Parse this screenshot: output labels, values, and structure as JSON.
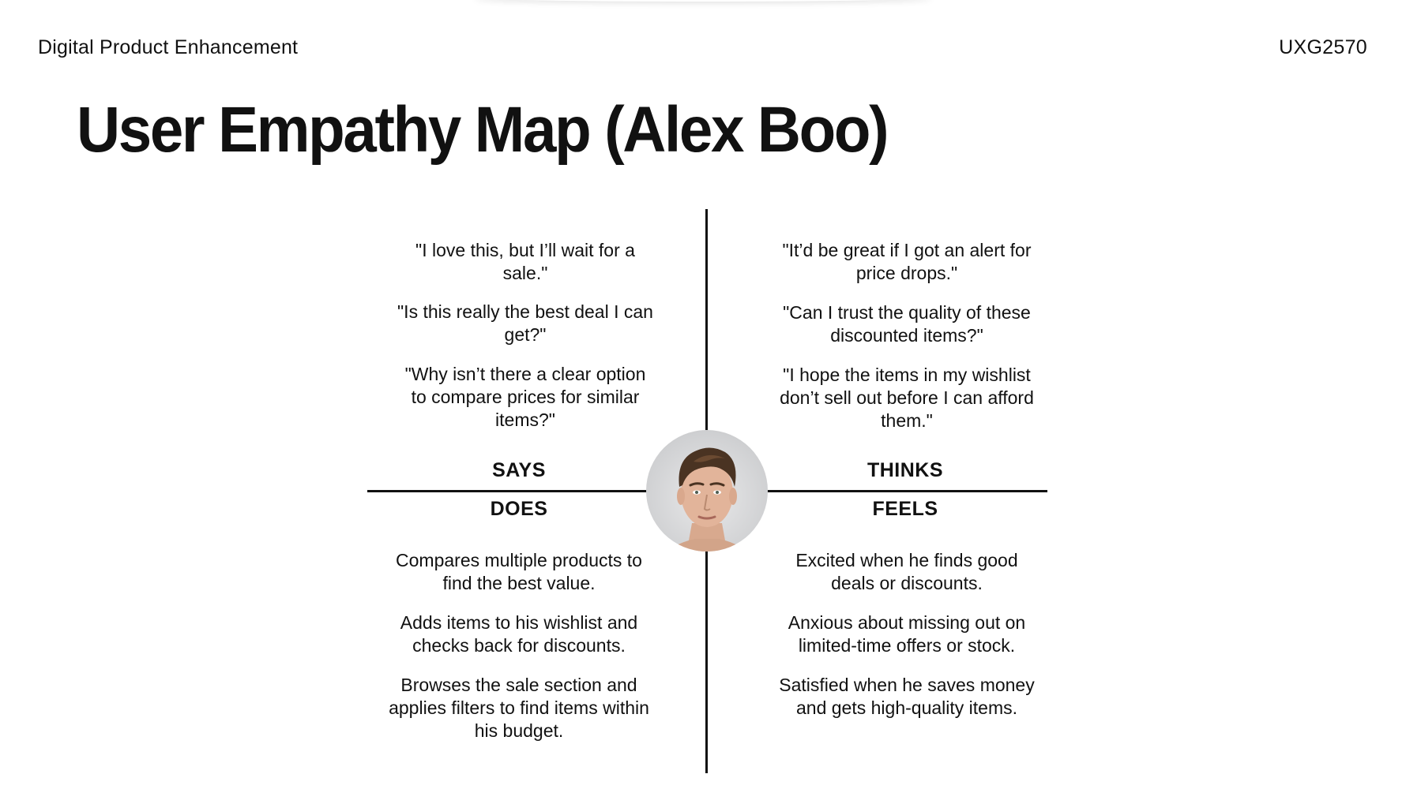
{
  "header": {
    "course_name": "Digital Product Enhancement",
    "course_code": "UXG2570"
  },
  "title": "User Empathy Map (Alex Boo)",
  "quadrants": {
    "says": {
      "label": "SAYS",
      "items": [
        "\"I love this, but I’ll wait for a sale.\"",
        "\"Is this really the best deal I can get?\"",
        "\"Why isn’t there a clear option to compare prices for similar items?\""
      ]
    },
    "thinks": {
      "label": "THINKS",
      "items": [
        "\"It’d be great if I got an alert for price drops.\"",
        "\"Can I trust the quality of these discounted items?\"",
        "\"I hope the items in my wishlist don’t sell out before I can afford them.\""
      ]
    },
    "does": {
      "label": "DOES",
      "items": [
        "Compares multiple products to find the best value.",
        "Adds items to his wishlist and checks back for discounts.",
        "Browses the sale section and applies filters to find items within his budget."
      ]
    },
    "feels": {
      "label": "FEELS",
      "items": [
        "Excited when he finds good deals or discounts.",
        "Anxious about missing out on limited-time offers or stock.",
        "Satisfied when he saves money and gets high-quality items."
      ]
    }
  },
  "avatar": {
    "icon": "user-portrait"
  }
}
